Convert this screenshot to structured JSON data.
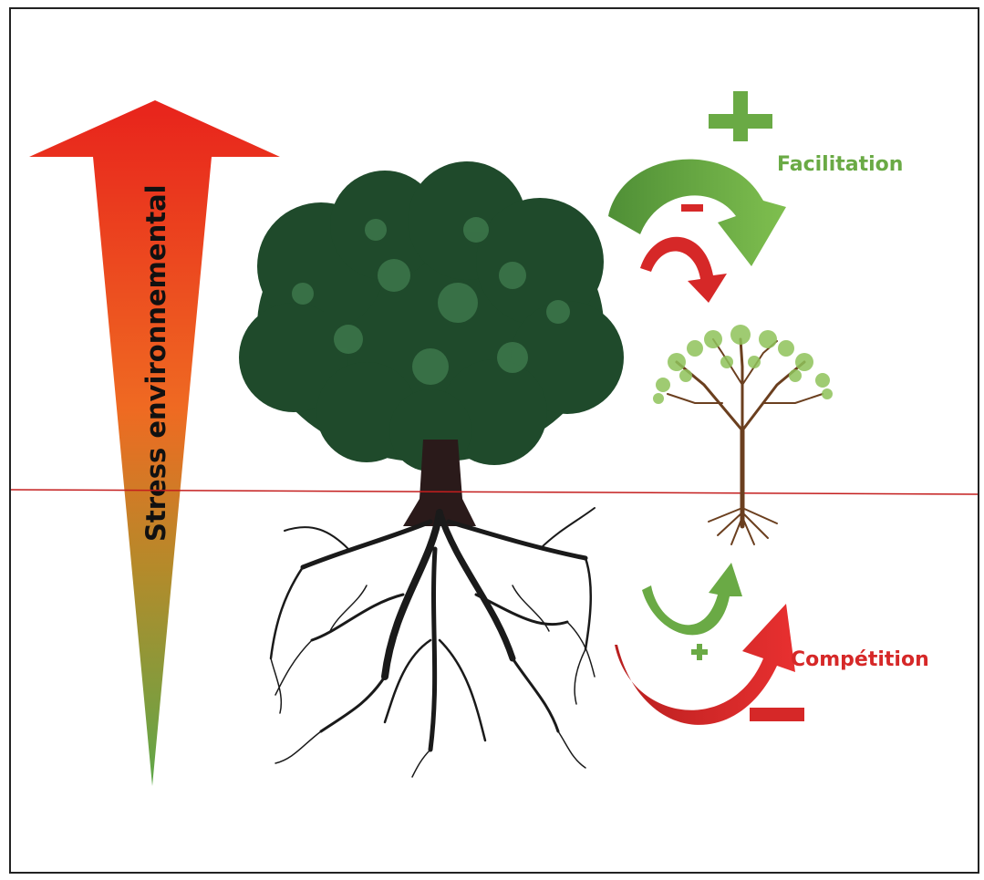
{
  "diagram": {
    "stress_label": "Stress environnemental",
    "facilitation_label": "Facilitation",
    "competition_label": "Compétition",
    "colors": {
      "stress_top": "#e8231c",
      "stress_mid": "#ef6a22",
      "stress_bottom": "#5ea84a",
      "facilitation": "#6aaa45",
      "competition": "#d62828",
      "ground_line": "#c41e1e",
      "tree_foliage": "#1f4a2b",
      "trunk_roots": "#1a1a1a",
      "sapling_leaves": "#8fc25a",
      "sapling_trunk": "#6b3f1f"
    },
    "icons": {
      "stress_arrow": "up-arrow",
      "large_tree": "tree",
      "sapling": "sapling",
      "plus": "plus-sign",
      "minus": "minus-sign"
    }
  }
}
